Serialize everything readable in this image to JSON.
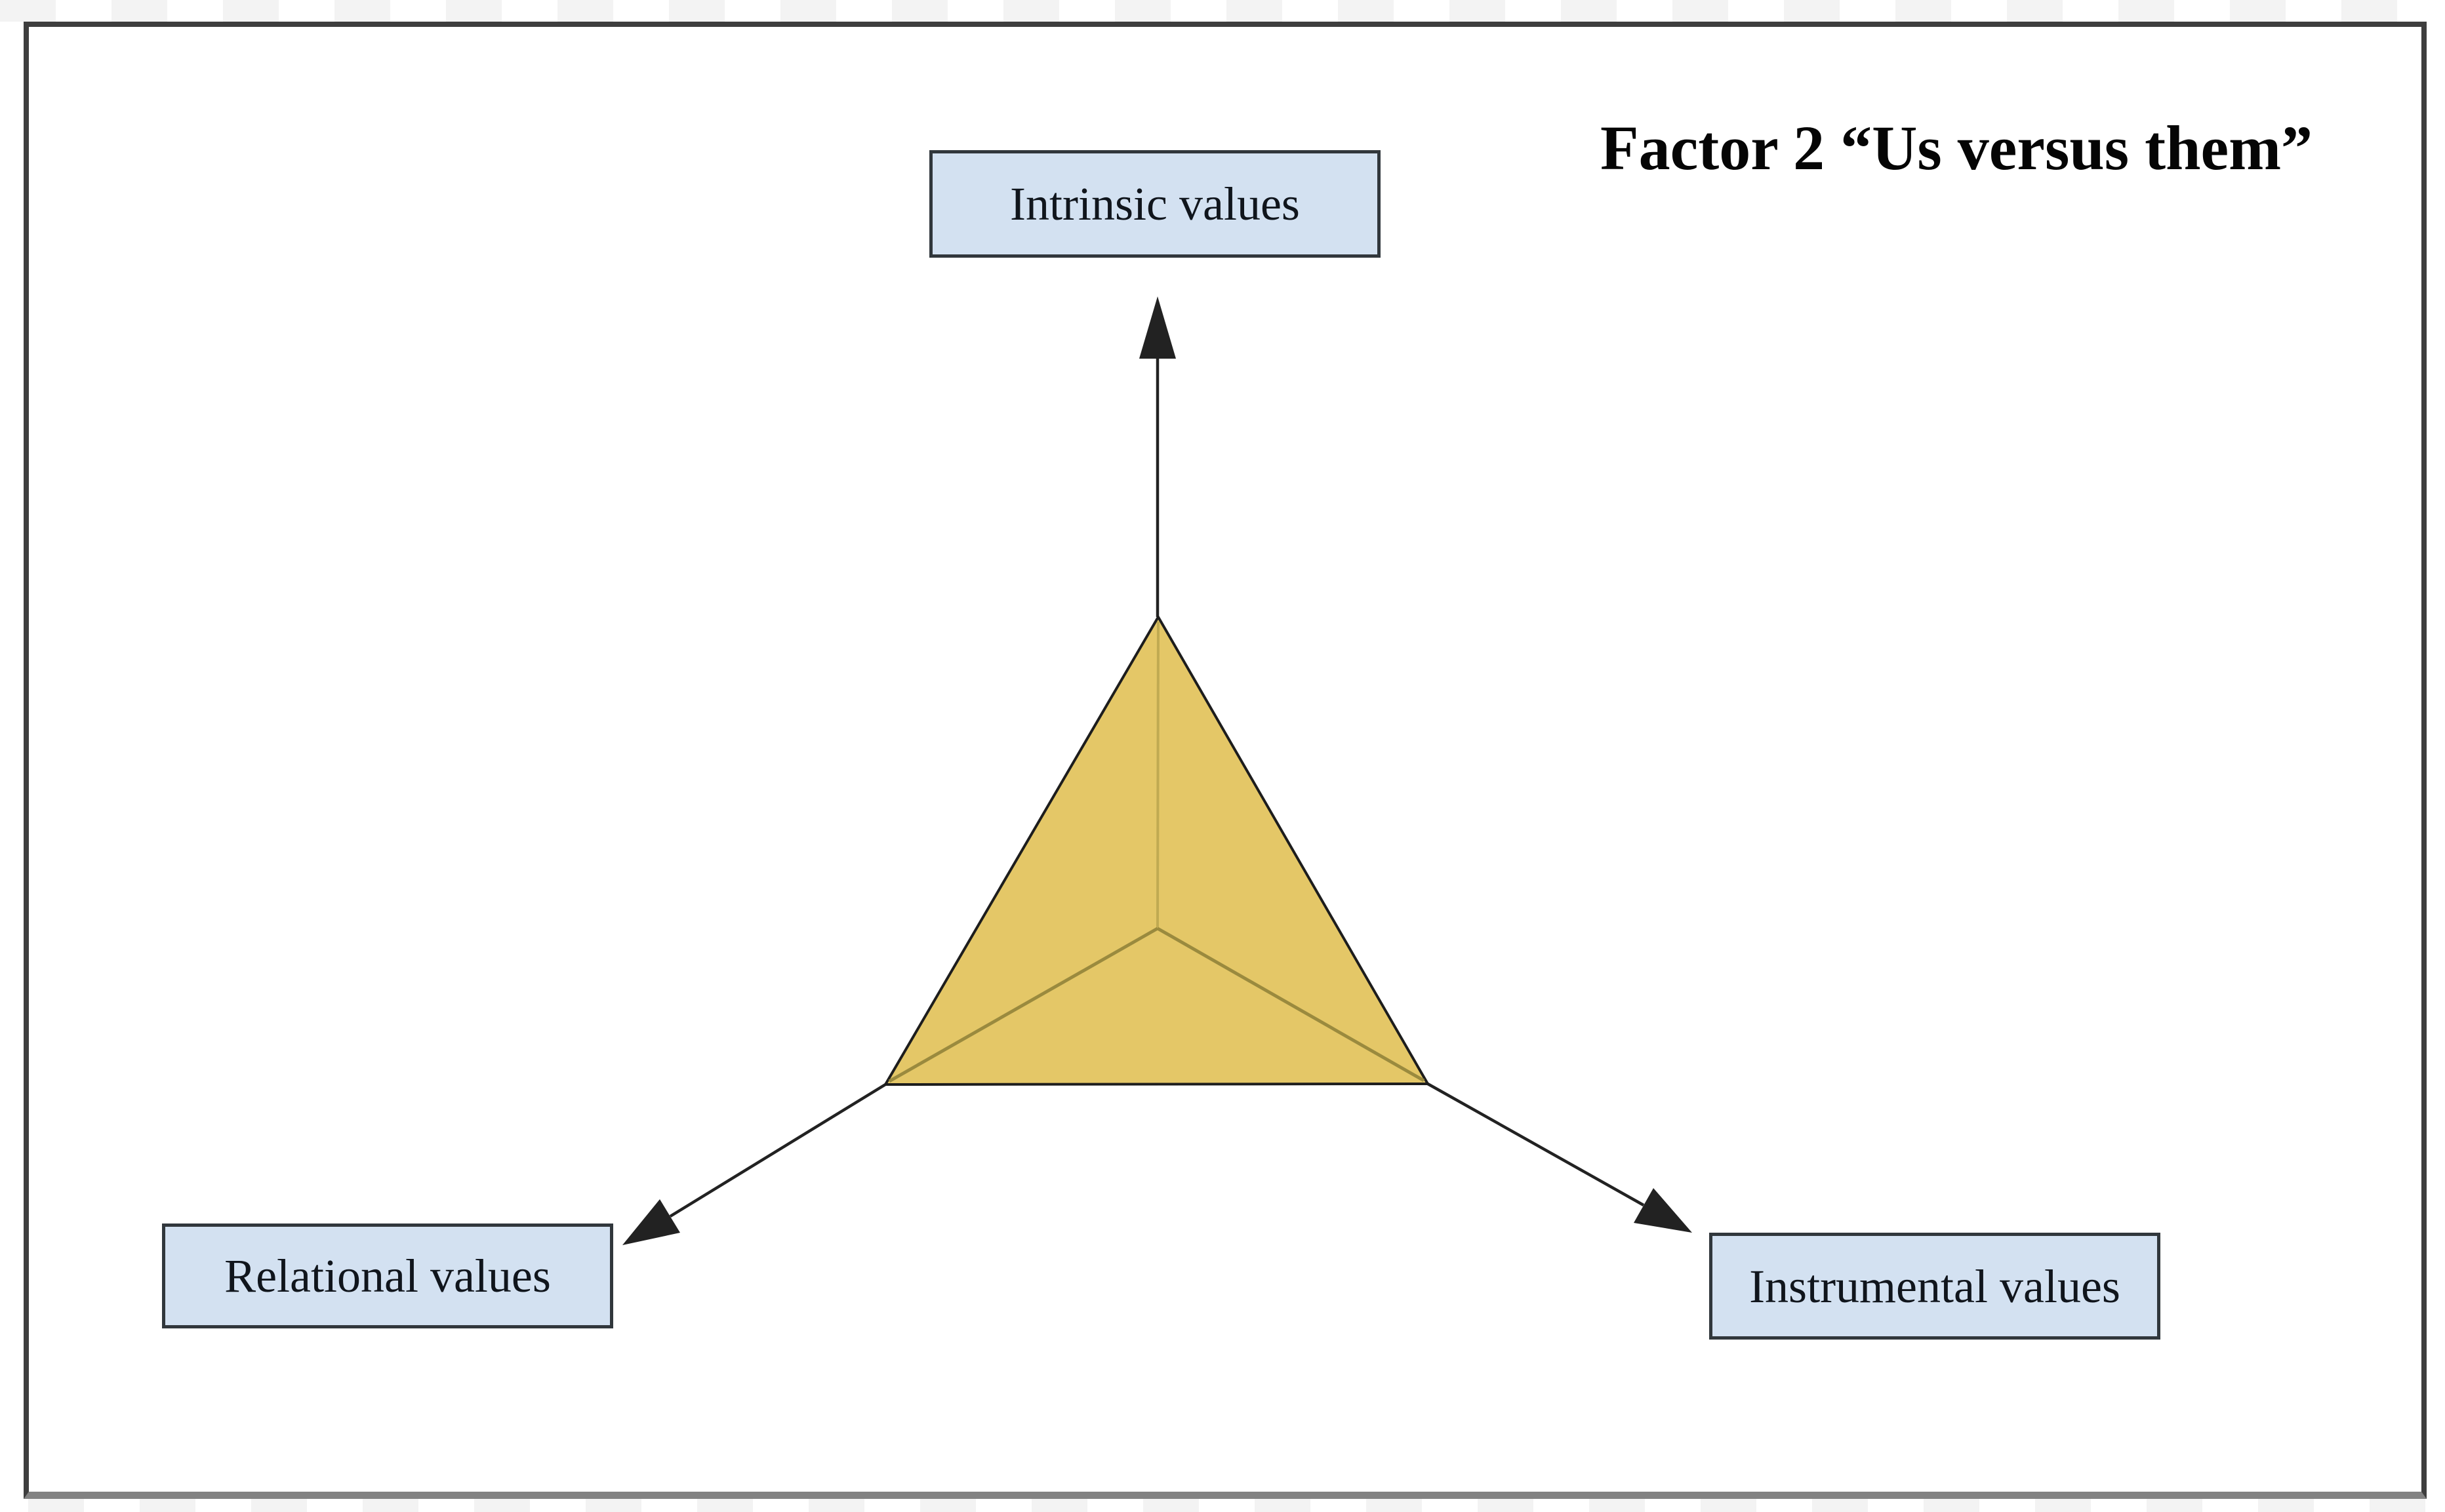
{
  "figure": {
    "title": "Factor 2 “Us versus them”",
    "nodes": [
      {
        "id": "intrinsic",
        "label": "Intrinsic values"
      },
      {
        "id": "relational",
        "label": "Relational values"
      },
      {
        "id": "instrumental",
        "label": "Instrumental values"
      }
    ],
    "colors": {
      "background": "#ffffff",
      "checker": "#f3f3f3",
      "frame_border": "#3e3e3e",
      "frame_border_bottom": "#828282",
      "arrow_line": "#222222",
      "triangle_fill": "#e4c767",
      "triangle_outline": "#1d1d1d",
      "inner_line": "#9a8a3e",
      "inner_line_soft": "#c0aa52",
      "node_fill": "#d3e1f1",
      "node_border": "#31373c",
      "node_text": "#10151c",
      "title_text": "#050505"
    }
  }
}
